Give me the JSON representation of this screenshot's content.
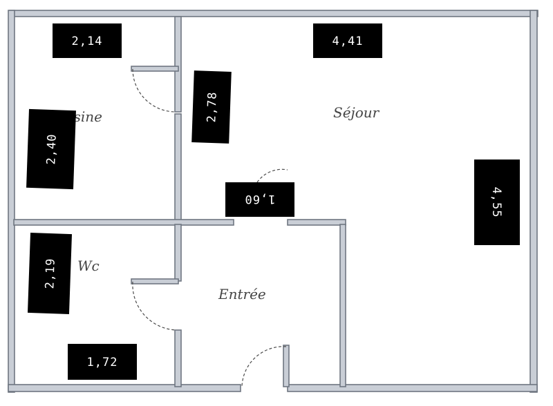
{
  "rooms": {
    "cuisine": "Cuisine",
    "sejour": "Séjour",
    "wc": "Wc",
    "entree": "Entrée"
  },
  "dimensions": {
    "cuisine_width": "2,14",
    "cuisine_height": "2,40",
    "sejour_width": "4,41",
    "sejour_passage_depth": "2,78",
    "sejour_height": "4,55",
    "entree_opening": "1,60",
    "wc_height": "2,19",
    "wc_width": "1,72"
  }
}
